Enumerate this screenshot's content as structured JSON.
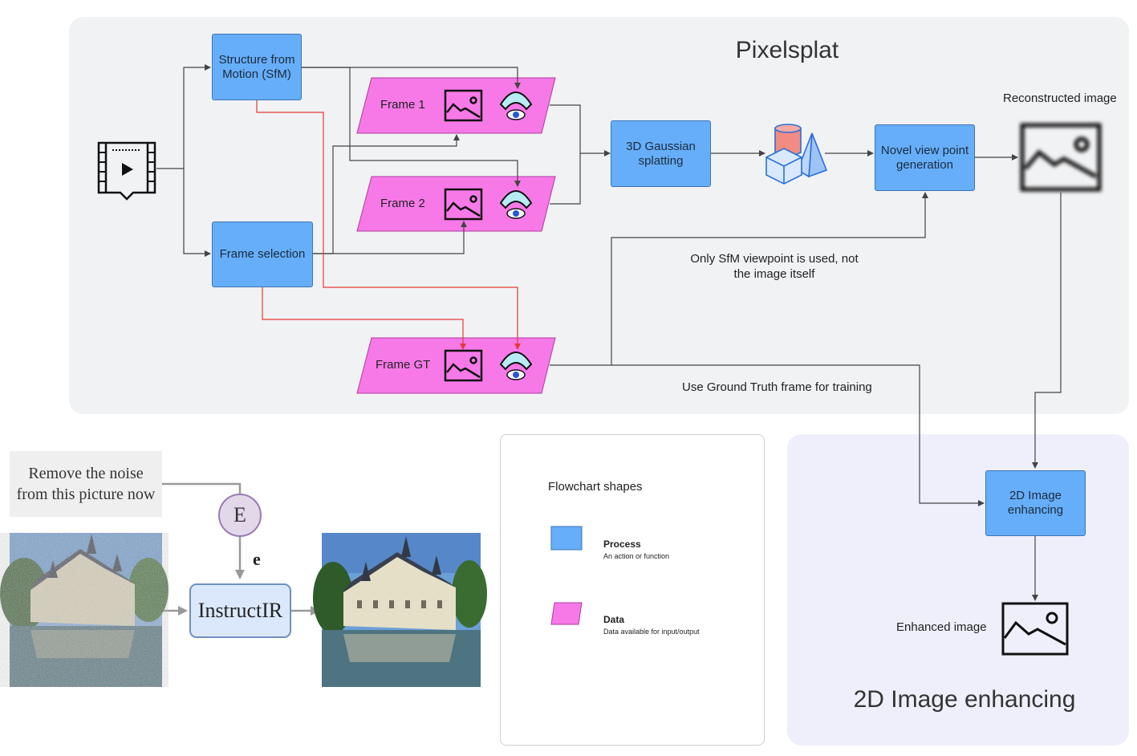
{
  "pixelsplat": {
    "title": "Pixelsplat",
    "sfm": "Structure from Motion (SfM)",
    "frame_selection": "Frame selection",
    "frame1": "Frame 1",
    "frame2": "Frame 2",
    "frame_gt": "Frame GT",
    "gaussian": "3D Gaussian splatting",
    "novel_view": "Novel view point generation",
    "reconstructed": "Reconstructed image",
    "note_sfm_line1": "Only SfM viewpoint is used, not",
    "note_sfm_line2": "the image itself",
    "note_gt": "Use Ground Truth frame for training"
  },
  "enhancing": {
    "title": "2D Image enhancing",
    "process": "2D Image enhancing",
    "enhanced": "Enhanced image"
  },
  "legend": {
    "title": "Flowchart shapes",
    "process_name": "Process",
    "process_desc": "An action or function",
    "data_name": "Data",
    "data_desc": "Data available for input/output"
  },
  "instructir": {
    "prompt_line1": "Remove the noise",
    "prompt_line2": "from this picture now",
    "encoder": "E",
    "embedding": "e",
    "model": "InstructIR"
  },
  "colors": {
    "process": "#66aef9",
    "data": "#f779e8",
    "red_arrow": "#e53935",
    "panel": "#f1f2f4"
  }
}
